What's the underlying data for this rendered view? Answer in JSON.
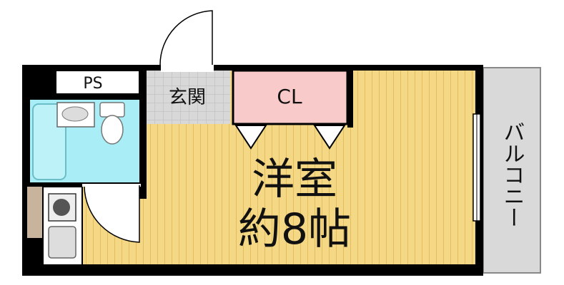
{
  "labels": {
    "ps": "PS",
    "entrance": "玄関",
    "closet": "CL",
    "room_type": "洋室",
    "room_size": "約8帖",
    "balcony": "バルコニー"
  },
  "colors": {
    "wall": "#000000",
    "floor": "#f5d886",
    "floor_stripe": "#e2bd5e",
    "bath": "#a9eef6",
    "closet": "#f9caca",
    "entrance": "#d8d8d8",
    "balcony": "#d9d9d9",
    "ps_box": "#ffffff",
    "kitchen": "#ffffff"
  }
}
